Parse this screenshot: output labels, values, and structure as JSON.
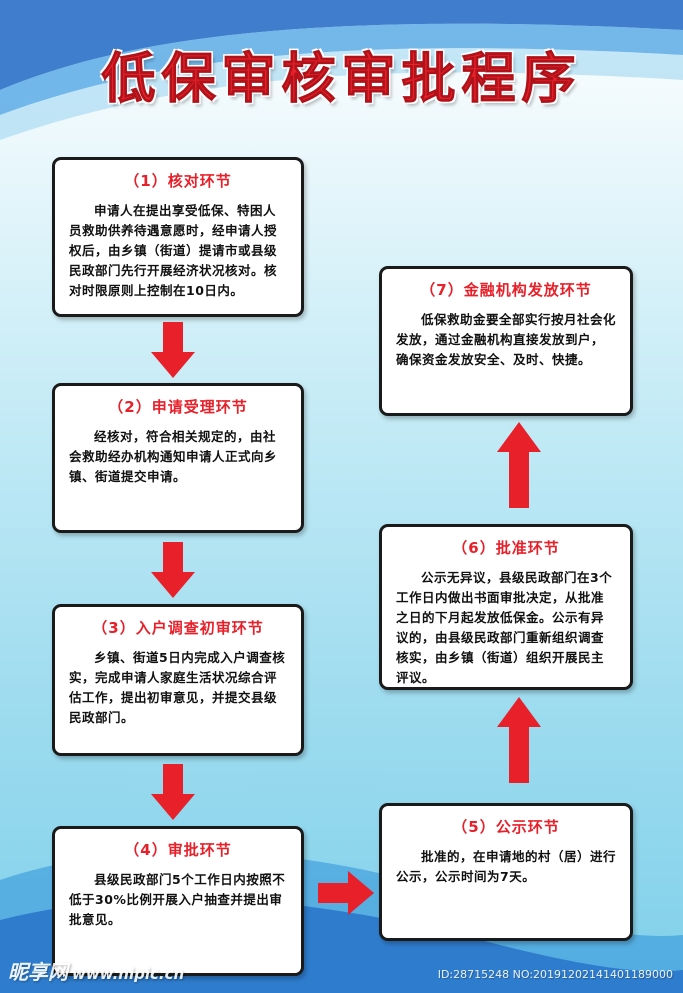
{
  "title": "低保审核审批程序",
  "steps": [
    {
      "title": "（1）核对环节",
      "body": "申请人在提出享受低保、特困人员救助供养待遇意愿时，经申请人授权后，由乡镇（街道）提请市或县级民政部门先行开展经济状况核对。核对时限原则上控制在10日内。"
    },
    {
      "title": "（2）申请受理环节",
      "body": "经核对，符合相关规定的，由社会救助经办机构通知申请人正式向乡镇、街道提交申请。"
    },
    {
      "title": "（3）入户调查初审环节",
      "body": "乡镇、街道5日内完成入户调查核实，完成申请人家庭生活状况综合评估工作，提出初审意见，并提交县级民政部门。"
    },
    {
      "title": "（4）审批环节",
      "body": "县级民政部门5个工作日内按照不低于30%比例开展入户抽查并提出审批意见。"
    },
    {
      "title": "（5）公示环节",
      "body": "批准的，在申请地的村（居）进行公示，公示时间为7天。"
    },
    {
      "title": "（6）批准环节",
      "body": "公示无异议，县级民政部门在3个工作日内做出书面审批决定，从批准之日的下月起发放低保金。公示有异议的，由县级民政部门重新组织调查核实，由乡镇（街道）组织开展民主评议。"
    },
    {
      "title": "（7）金融机构发放环节",
      "body": "低保救助金要全部实行按月社会化发放，通过金融机构直接发放到户，确保资金发放安全、及时、快捷。"
    }
  ],
  "watermark": {
    "logo": "昵享网",
    "url": "www.nipic.cn",
    "id": "ID:28715248 NO:20191202141401189000"
  },
  "colors": {
    "title": "#e8202a",
    "arrow": "#e8202a",
    "border": "#1a1a1a"
  }
}
